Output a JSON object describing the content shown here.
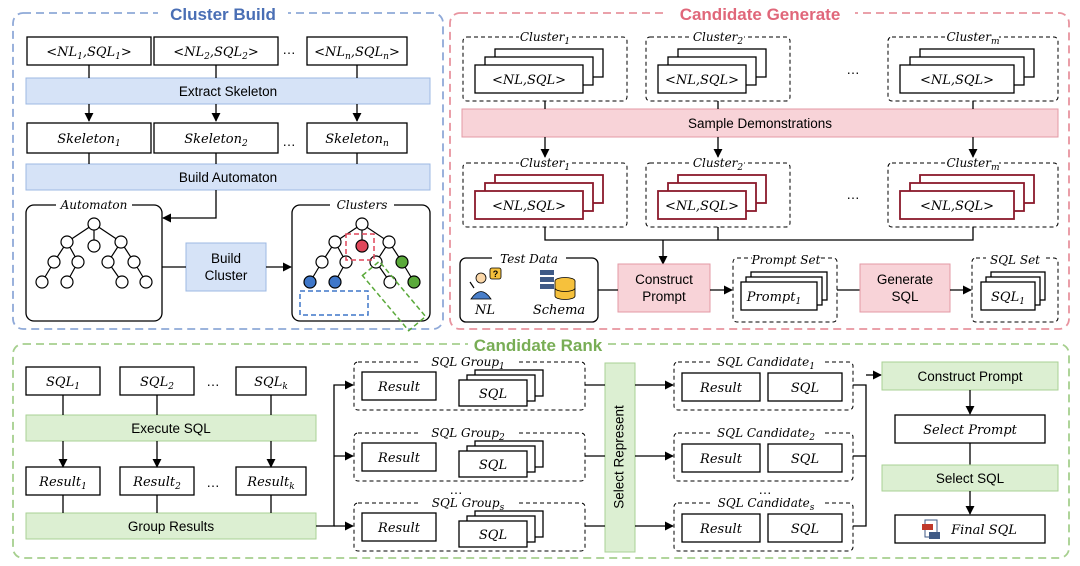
{
  "sections": {
    "cluster_build": "Cluster Build",
    "candidate_generate": "Candidate Generate",
    "candidate_rank": "Candidate Rank"
  },
  "cluster_build": {
    "pair_base": [
      "<NL",
      ",SQL",
      ">"
    ],
    "pair_subs": [
      "1",
      "2",
      "n"
    ],
    "extract_skeleton": "Extract Skeleton",
    "skeleton_base": "Skeleton",
    "skeleton_subs": [
      "1",
      "2",
      "n"
    ],
    "build_automaton": "Build Automaton",
    "automaton_label": "Automaton",
    "build_cluster": [
      "Build",
      "Cluster"
    ],
    "clusters_label": "Clusters",
    "ellipsis": "…"
  },
  "candidate_generate": {
    "cluster_base": "Cluster",
    "cluster_subs": [
      "1",
      "2",
      "m"
    ],
    "nl_sql": "<NL,SQL>",
    "sample_demonstrations": "Sample Demonstrations",
    "test_data": "Test Data",
    "nl": "NL",
    "schema": "Schema",
    "construct_prompt": [
      "Construct",
      "Prompt"
    ],
    "prompt_set": "Prompt Set",
    "prompt_base": "Prompt",
    "prompt_sub": "1",
    "generate_sql": [
      "Generate",
      "SQL"
    ],
    "sql_set": "SQL Set",
    "sql_base": "SQL",
    "sql_sub": "1",
    "ellipsis": "…"
  },
  "candidate_rank": {
    "sql_base": "SQL",
    "sql_subs": [
      "1",
      "2",
      "k"
    ],
    "execute_sql": "Execute SQL",
    "result_base": "Result",
    "result_subs": [
      "1",
      "2",
      "k"
    ],
    "group_results": "Group Results",
    "group_base": "SQL Group",
    "group_subs": [
      "1",
      "2",
      "s"
    ],
    "result": "Result",
    "sql": "SQL",
    "select_represent": "Select Represent",
    "candidate_base": "SQL Candidate",
    "candidate_subs": [
      "1",
      "2",
      "s"
    ],
    "construct_prompt": "Construct Prompt",
    "select_prompt": "Select Prompt",
    "select_sql": "Select SQL",
    "final_sql": "Final SQL",
    "ellipsis": "…"
  },
  "colors": {
    "cluster_build": "#4a6fb5",
    "candidate_generate": "#e0677a",
    "candidate_rank": "#78ad55",
    "tree_red": "#e0475a",
    "tree_blue": "#3f77c9",
    "tree_green": "#5aa93a"
  }
}
